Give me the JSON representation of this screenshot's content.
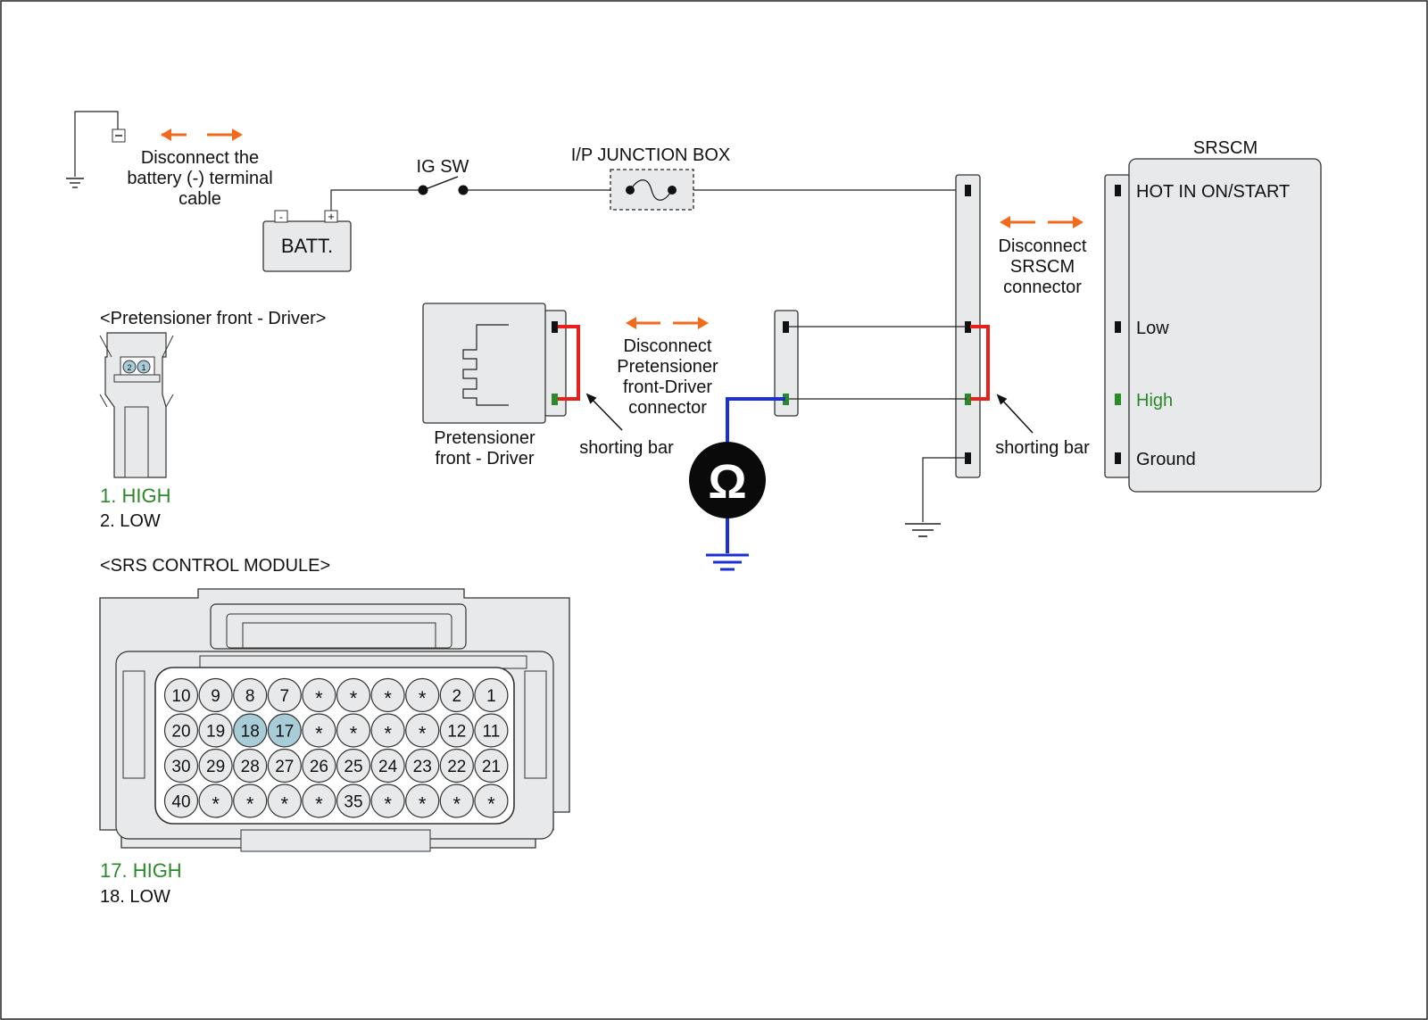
{
  "colors": {
    "accent_orange": "#f26a1b",
    "shorting_red": "#e8201c",
    "meter_blue": "#1c2fd6",
    "high_green": "#2a8a2a",
    "highlight_pin": "#a9cdd8",
    "panel_fill": "#e8e9ea"
  },
  "battery": {
    "disconnect_text": [
      "Disconnect the",
      "battery (-) terminal",
      "cable"
    ],
    "neg_symbol": "-",
    "pos_symbol": "+",
    "label": "BATT."
  },
  "ig_switch": {
    "label": "IG SW"
  },
  "junction_box": {
    "label": "I/P JUNCTION BOX"
  },
  "srscm": {
    "title": "SRSCM",
    "disconnect_text": [
      "Disconnect",
      "SRSCM",
      "connector"
    ],
    "pins": [
      "HOT IN ON/START",
      "Low",
      "High",
      "Ground"
    ]
  },
  "pretensioner": {
    "disconnect_text": [
      "Disconnect",
      "Pretensioner",
      "front-Driver",
      "connector"
    ],
    "label": [
      "Pretensioner",
      "front - Driver"
    ]
  },
  "shorting_bar_label": "shorting bar",
  "meter": {
    "icon": "ohm-meter-icon",
    "symbol": "Ω"
  },
  "pretensioner_connector": {
    "title": "<Pretensioner front - Driver>",
    "pins": [
      "2",
      "1"
    ],
    "legend": [
      "1. HIGH",
      "2. LOW"
    ]
  },
  "srs_module": {
    "title": "<SRS CONTROL MODULE>",
    "rows": [
      [
        "10",
        "9",
        "8",
        "7",
        "*",
        "*",
        "*",
        "*",
        "2",
        "1"
      ],
      [
        "20",
        "19",
        "18",
        "17",
        "*",
        "*",
        "*",
        "*",
        "12",
        "11"
      ],
      [
        "30",
        "29",
        "28",
        "27",
        "26",
        "25",
        "24",
        "23",
        "22",
        "21"
      ],
      [
        "40",
        "*",
        "*",
        "*",
        "*",
        "35",
        "*",
        "*",
        "*",
        "*"
      ]
    ],
    "highlighted": [
      "17",
      "18"
    ],
    "legend": [
      "17. HIGH",
      "18. LOW"
    ]
  }
}
